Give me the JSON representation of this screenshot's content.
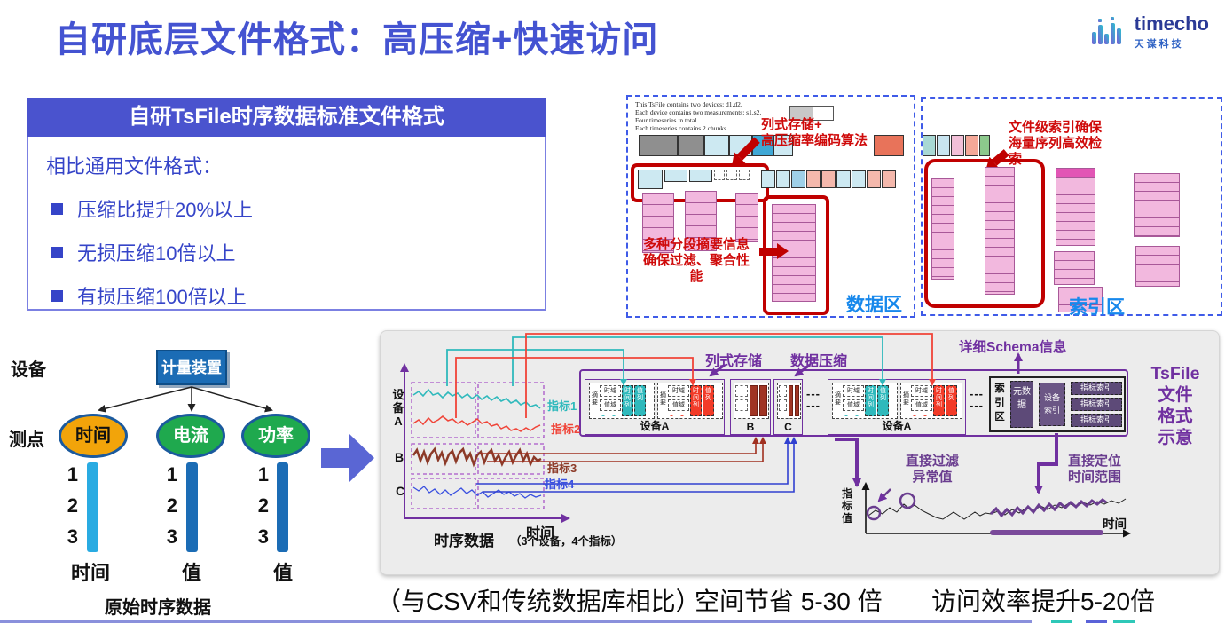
{
  "slide": {
    "title": "自研底层文件格式：高压缩+快速访问",
    "logo": {
      "brand": "timecho",
      "company": "天谋科技"
    },
    "info_box": {
      "header": "自研TsFile时序数据标准文件格式",
      "intro": "相比通用文件格式：",
      "bullets": [
        "压缩比提升20%以上",
        "无损压缩10倍以上",
        "有损压缩100倍以上"
      ]
    },
    "format_overview": {
      "desc_lines": [
        "This TsFile contains two devices: d1,d2.",
        "Each device contains two measurements: s1,s2.",
        "Four timeseries in total.",
        "Each timeseries contains 2 chunks."
      ],
      "ann_columnar": [
        "列式存储+",
        "高压缩率编码算法"
      ],
      "ann_summary": [
        "多种分段摘要信息",
        "确保过滤、聚合性",
        "能"
      ],
      "ann_index": [
        "文件级索引确保",
        "海量序列高效检",
        "索"
      ],
      "data_zone": "数据区",
      "index_zone": "索引区"
    },
    "raw_data": {
      "device_label": "设备",
      "device_node": "计量装置",
      "point_label": "测点",
      "nodes": [
        "时间",
        "电流",
        "功率"
      ],
      "row_numbers": [
        "1",
        "2",
        "3"
      ],
      "col_labels": [
        "时间",
        "值",
        "值"
      ],
      "caption": "原始时序数据"
    },
    "tsfile": {
      "axis_device_a": "设备A",
      "axis_device_b": "B",
      "axis_device_c": "C",
      "metric1": "指标1",
      "metric2": "指标2",
      "metric3": "指标3",
      "metric4": "指标4",
      "time_label": "时间",
      "caption": "时序数据",
      "caption_sub": "（3个设备，4个指标）",
      "columnar": "列式存储",
      "compression": "数据压缩",
      "schema": "详细Schema信息",
      "chunk": {
        "summary": "摘要",
        "time_domain": "时域",
        "value_domain": "值域",
        "time_col": "时间列",
        "value_col": "值列"
      },
      "group_a": "设备A",
      "dots": "---",
      "index_zone": "索引区",
      "metadata": "元数据",
      "device_index": "设备索引",
      "metric_index": "指标索引",
      "tsfile_lines": [
        "TsFile",
        "文件",
        "格式",
        "示意"
      ],
      "filter_lines": [
        "直接过滤",
        "异常值"
      ],
      "locate_lines": [
        "直接定位",
        "时间范围"
      ],
      "mini_y": "指标值",
      "mini_x": "时间"
    },
    "footer": {
      "compare": "（与CSV和传统数据库相比）",
      "space": "空间节省 5-30 倍",
      "speed": "访问效率提升5-20倍"
    },
    "colors": {
      "title_blue": "#4453D1",
      "annotation_red": "#CF0A0A",
      "zone_blue": "#1788EC",
      "purple": "#7030A0",
      "teal": "#2FB9BC",
      "metric2_red": "#F04438",
      "metric3_darkred": "#8C3A28",
      "metric4_blue": "#3A50E0"
    }
  }
}
